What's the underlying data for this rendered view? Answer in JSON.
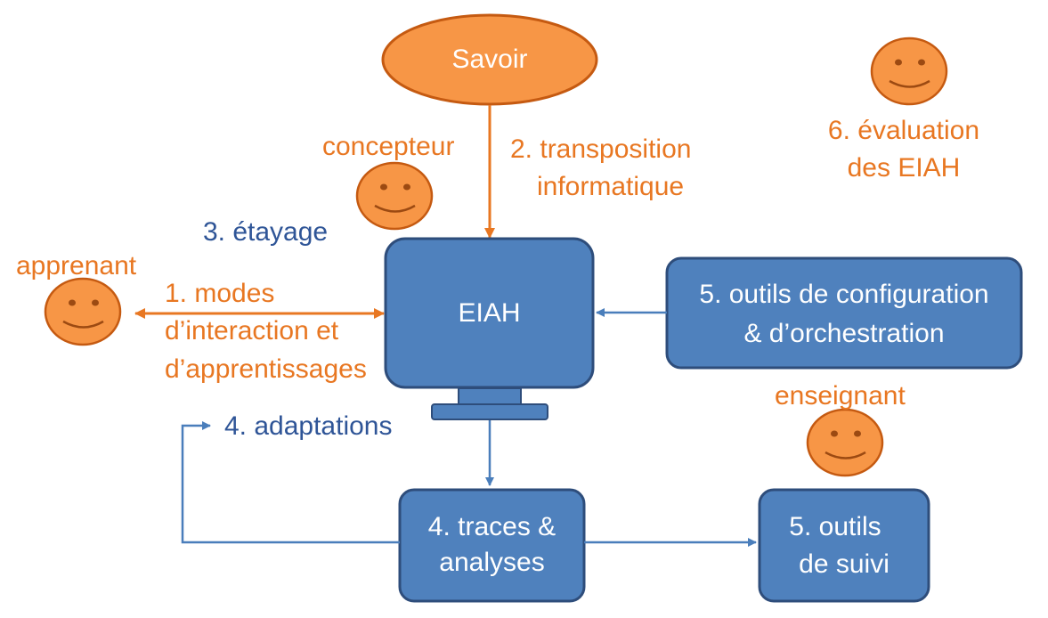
{
  "colors": {
    "orange_text": "#e87722",
    "orange_fill": "#f79646",
    "orange_stroke": "#c55a11",
    "blue_text": "#2f5597",
    "blue_fill": "#4f81bd",
    "blue_stroke": "#2e4d7b",
    "arrow_blue": "#4a7ebb",
    "arrow_orange": "#e87722"
  },
  "nodes": {
    "savoir": "Savoir",
    "eiah": "EIAH",
    "config_line1": "5. outils de configuration",
    "config_line2": "& d’orchestration",
    "traces_line1": "4. traces &",
    "traces_line2": "analyses",
    "suivi_line1": "5. outils",
    "suivi_line2": "de suivi"
  },
  "labels": {
    "concepteur": "concepteur",
    "transposition_line1": "2. transposition",
    "transposition_line2": "informatique",
    "evaluation_line1": "6. évaluation",
    "evaluation_line2": "des EIAH",
    "etayage": "3. étayage",
    "apprenant": "apprenant",
    "modes_line1": "1. modes",
    "modes_line2": "d’interaction et",
    "modes_line3": "d’apprentissages",
    "adaptations": "4. adaptations",
    "enseignant": "enseignant"
  },
  "icons": [
    "smiley-face-icon"
  ]
}
